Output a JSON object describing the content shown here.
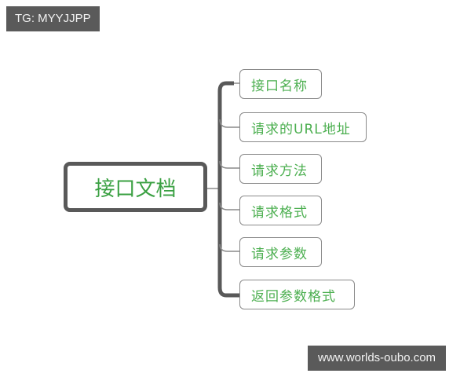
{
  "watermarks": {
    "top_left": "TG: MYYJJPP",
    "bottom_right": "www.worlds-oubo.com"
  },
  "diagram": {
    "type": "mind-map",
    "root": {
      "label": "接口文档"
    },
    "children": [
      {
        "label": "接口名称"
      },
      {
        "label": "请求的URL地址"
      },
      {
        "label": "请求方法"
      },
      {
        "label": "请求格式"
      },
      {
        "label": "请求参数"
      },
      {
        "label": "返回参数格式"
      }
    ],
    "colors": {
      "text": "#3aa042",
      "border": "#595959",
      "node_border": "#8a8a8a"
    }
  }
}
